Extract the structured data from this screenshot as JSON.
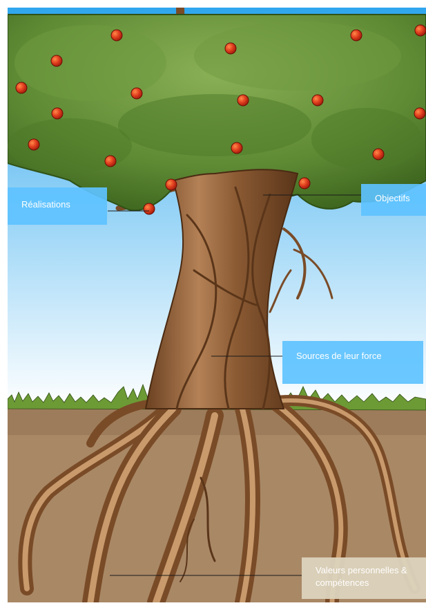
{
  "diagram": {
    "labels": {
      "achievements": "Réalisations",
      "objectives": "Objectifs",
      "strengths": "Sources de leur force",
      "values": "Valeurs personnelles & compétences"
    }
  },
  "colors": {
    "sky_top": "#2fa6ee",
    "sky_bottom": "#ffffff",
    "foliage": "#5e8a34",
    "foliage_dark": "#2f5216",
    "trunk": "#8a5a33",
    "trunk_light": "#c99b6f",
    "soil": "#a98866",
    "grass": "#6c9a35",
    "apple": "#d8331d",
    "label_blue": "#5ec2ff",
    "label_beige": "#dcd3bd"
  }
}
